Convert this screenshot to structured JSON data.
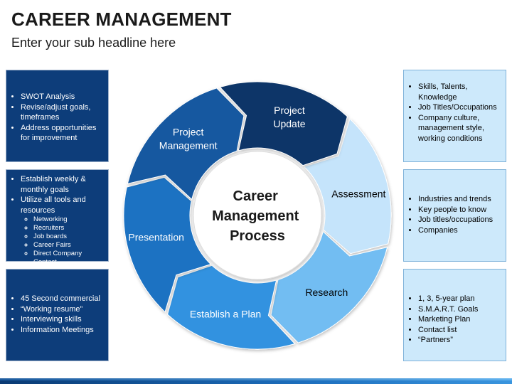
{
  "header": {
    "title": "CAREER MANAGEMENT",
    "subtitle": "Enter your sub headline here"
  },
  "center": {
    "lines": [
      "Career",
      "Management",
      "Process"
    ]
  },
  "segments": [
    {
      "label_lines": [
        "Assessment"
      ],
      "color": "#c5e4fb",
      "text_color": "#000000"
    },
    {
      "label_lines": [
        "Research"
      ],
      "color": "#72bdf2",
      "text_color": "#000000"
    },
    {
      "label_lines": [
        "Establish a Plan"
      ],
      "color": "#3192e0",
      "text_color": "#ffffff"
    },
    {
      "label_lines": [
        "Presentation"
      ],
      "color": "#1e72c2",
      "text_color": "#ffffff"
    },
    {
      "label_lines": [
        "Project",
        "Management"
      ],
      "color": "#1558a0",
      "text_color": "#ffffff"
    },
    {
      "label_lines": [
        "Project",
        "Update"
      ],
      "color": "#0c3668",
      "text_color": "#ffffff"
    }
  ],
  "left_boxes": [
    {
      "items": [
        {
          "text": "SWOT Analysis"
        },
        {
          "text": "Revise/adjust goals, timeframes"
        },
        {
          "text": "Address opportunities for improvement"
        }
      ]
    },
    {
      "items": [
        {
          "text": "Establish weekly & monthly goals"
        },
        {
          "text": "Utilize all tools and resources",
          "sub": [
            "Networking",
            "Recruiters",
            "Job boards",
            "Career Fairs",
            "Direct Company Contact"
          ]
        }
      ]
    },
    {
      "items": [
        {
          "text": "45 Second commercial"
        },
        {
          "text": "“Working resume”"
        },
        {
          "text": "Interviewing skills"
        },
        {
          "text": "Information Meetings"
        }
      ]
    }
  ],
  "right_boxes": [
    {
      "items": [
        {
          "text": "Skills, Talents, Knowledge"
        },
        {
          "text": "Job Titles/Occupations"
        },
        {
          "text": "Company culture, management style, working conditions"
        }
      ]
    },
    {
      "items": [
        {
          "text": "Industries and trends"
        },
        {
          "text": "Key people to know"
        },
        {
          "text": "Job titles/occupations"
        },
        {
          "text": "Companies"
        }
      ]
    },
    {
      "items": [
        {
          "text": "1, 3, 5-year plan"
        },
        {
          "text": "S.M.A.R.T. Goals"
        },
        {
          "text": "Marketing Plan"
        },
        {
          "text": "Contact list"
        },
        {
          "text": "“Partners”"
        }
      ]
    }
  ]
}
